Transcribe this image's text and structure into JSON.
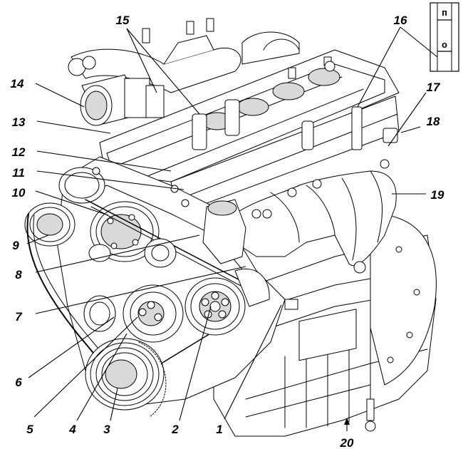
{
  "figure": {
    "callouts": [
      {
        "id": "1",
        "label": "1"
      },
      {
        "id": "2",
        "label": "2"
      },
      {
        "id": "3",
        "label": "3"
      },
      {
        "id": "4",
        "label": "4"
      },
      {
        "id": "5",
        "label": "5"
      },
      {
        "id": "6",
        "label": "6"
      },
      {
        "id": "7",
        "label": "7"
      },
      {
        "id": "8",
        "label": "8"
      },
      {
        "id": "9",
        "label": "9"
      },
      {
        "id": "10",
        "label": "10"
      },
      {
        "id": "11",
        "label": "11"
      },
      {
        "id": "12",
        "label": "12"
      },
      {
        "id": "13",
        "label": "13"
      },
      {
        "id": "14",
        "label": "14"
      },
      {
        "id": "15",
        "label": "15"
      },
      {
        "id": "16",
        "label": "16"
      },
      {
        "id": "17",
        "label": "17"
      },
      {
        "id": "18",
        "label": "18"
      },
      {
        "id": "19",
        "label": "19"
      },
      {
        "id": "20",
        "label": "20"
      }
    ],
    "inset": {
      "top_mark": "п",
      "bottom_mark": "о"
    }
  }
}
